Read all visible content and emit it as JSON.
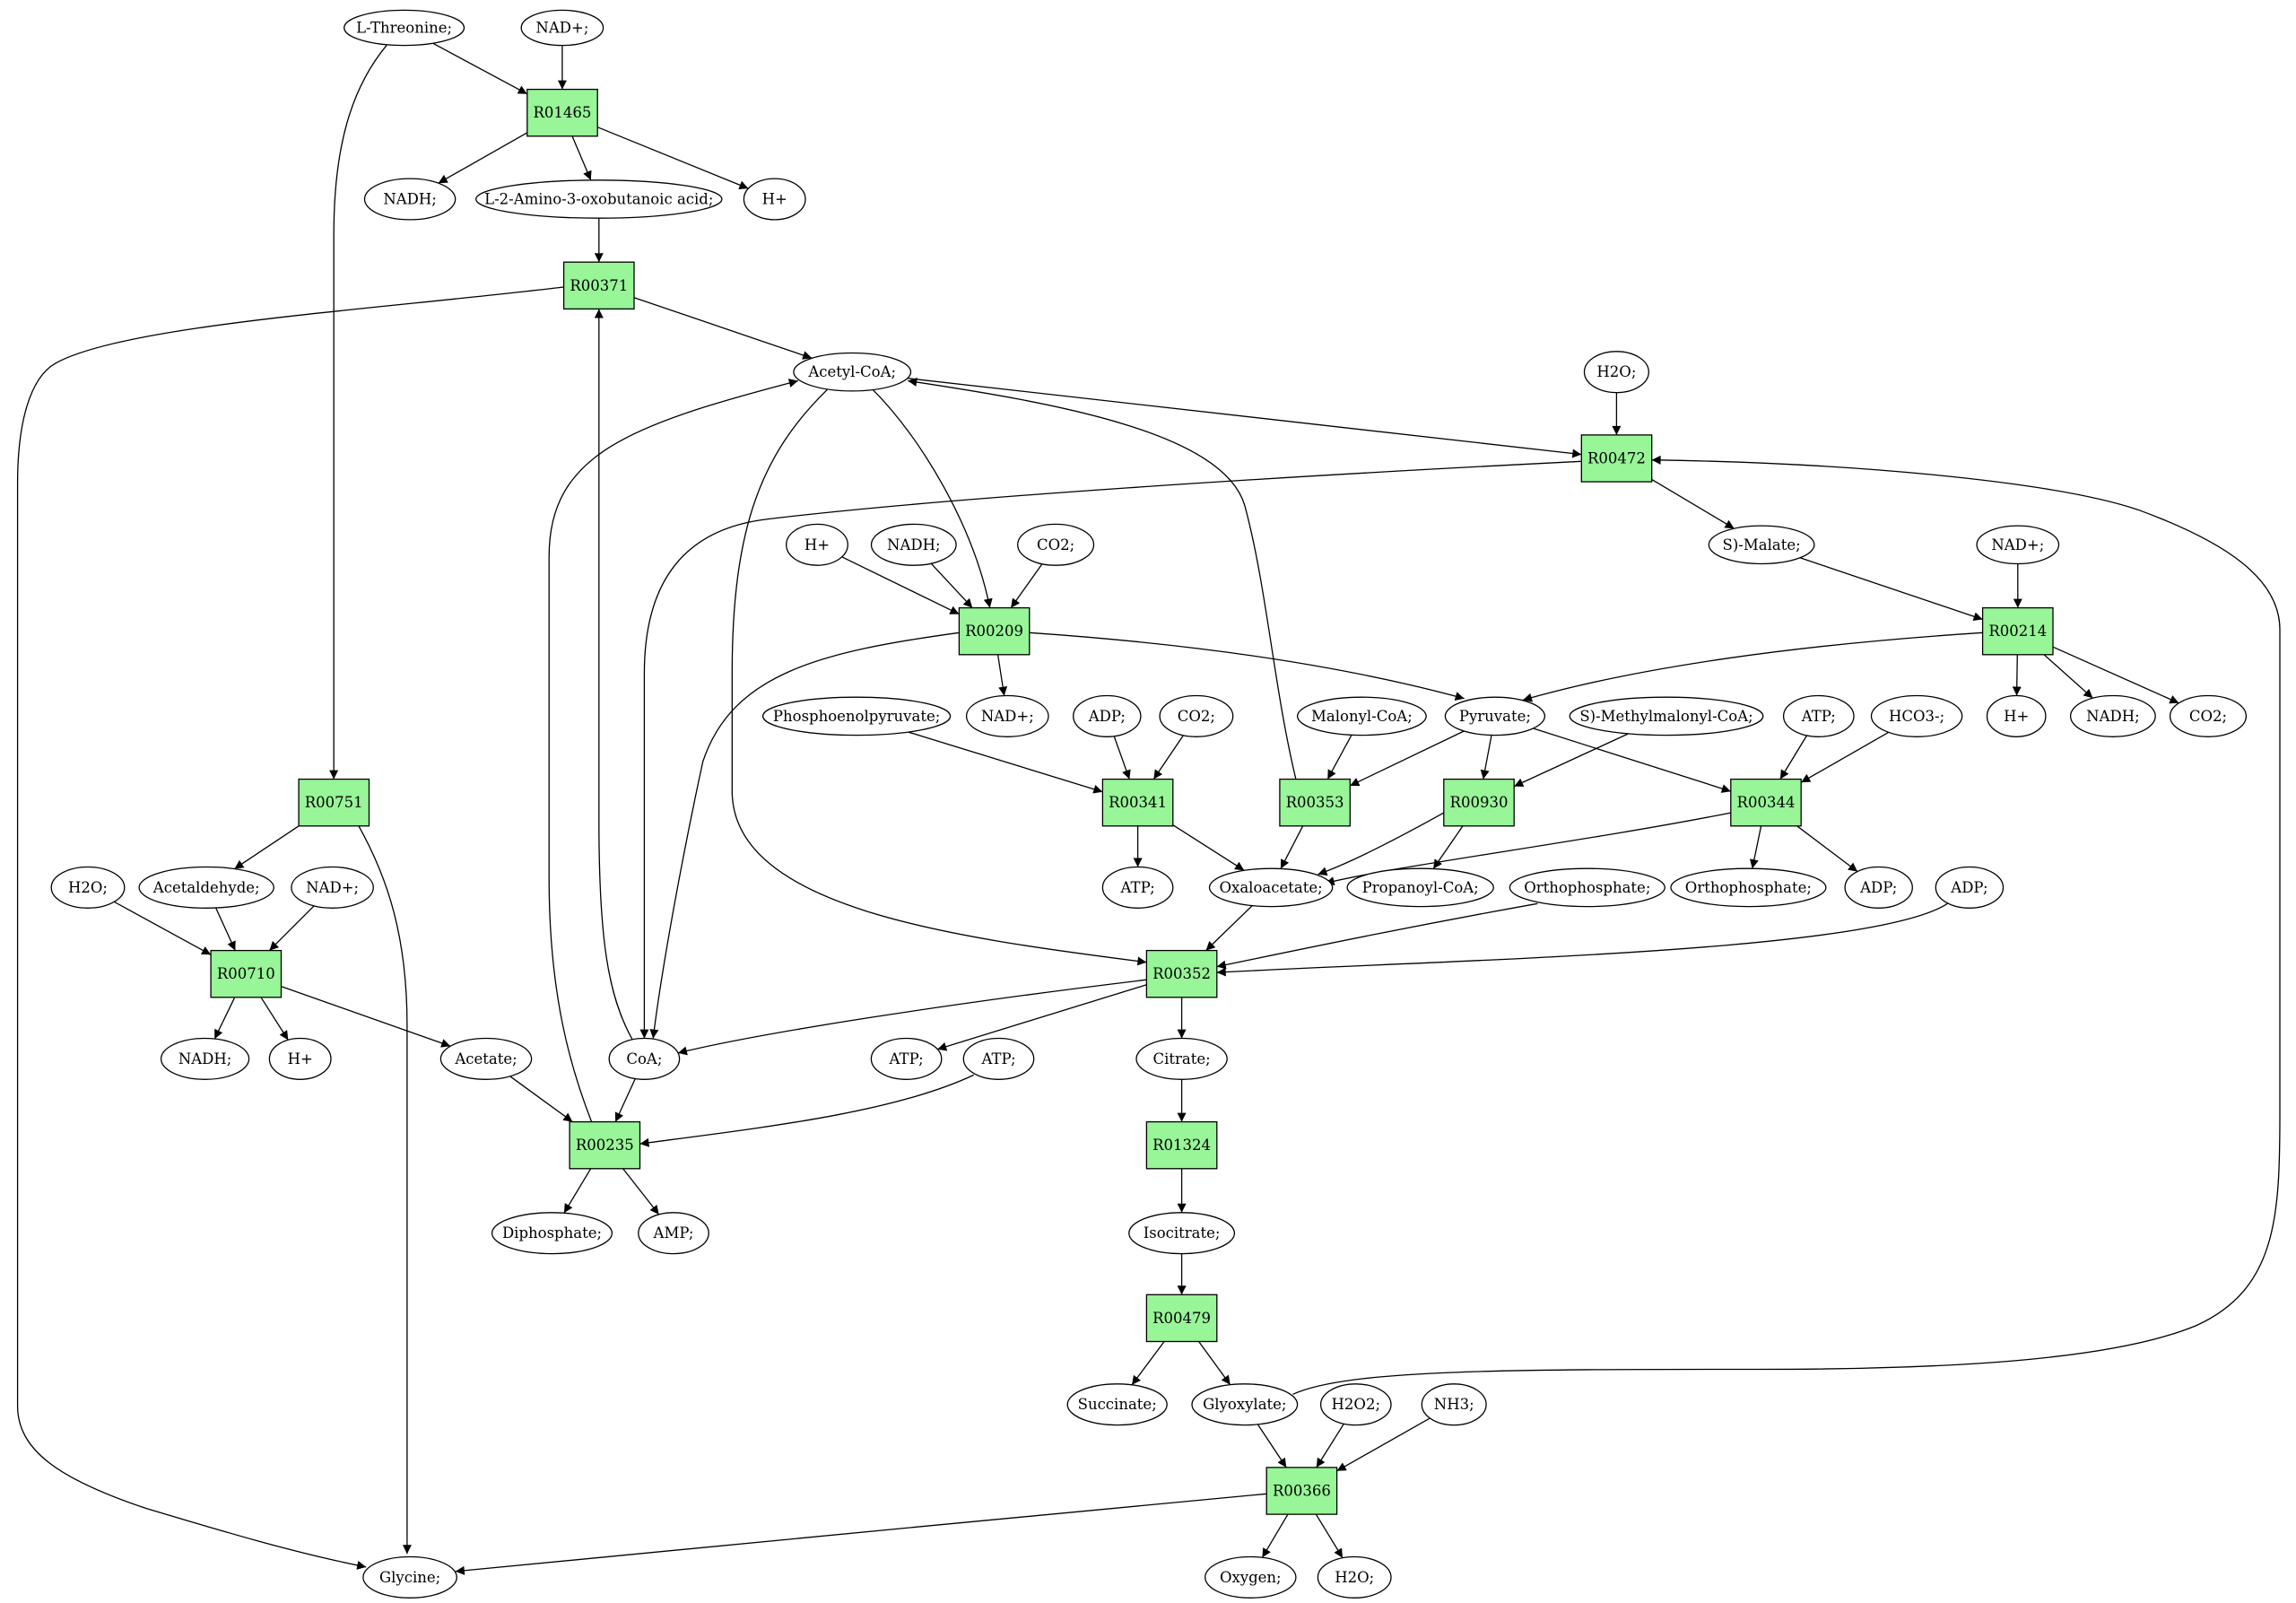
{
  "colors": {
    "reaction_fill": "#98f598",
    "compound_fill": "#ffffff",
    "source_fill": "#00ee00",
    "target_fill": "#ffff00",
    "stroke": "#000000"
  },
  "nodes": {
    "thr": {
      "label": "L-Threonine;",
      "kind": "source"
    },
    "nad_top": {
      "label": "NAD+;",
      "kind": "compound"
    },
    "r01465": {
      "label": "R01465",
      "kind": "reaction"
    },
    "nadh_top": {
      "label": "NADH;",
      "kind": "compound"
    },
    "amino": {
      "label": "L-2-Amino-3-oxobutanoic acid;",
      "kind": "compound"
    },
    "hplus_top": {
      "label": "H+",
      "kind": "compound"
    },
    "r00371": {
      "label": "R00371",
      "kind": "reaction"
    },
    "acoa": {
      "label": "Acetyl-CoA;",
      "kind": "compound"
    },
    "h2o_472": {
      "label": "H2O;",
      "kind": "compound"
    },
    "r00472": {
      "label": "R00472",
      "kind": "reaction"
    },
    "smalate": {
      "label": "S)-Malate;",
      "kind": "compound"
    },
    "nad_214": {
      "label": "NAD+;",
      "kind": "compound"
    },
    "r00214": {
      "label": "R00214",
      "kind": "reaction"
    },
    "hplus_214": {
      "label": "H+",
      "kind": "compound"
    },
    "nadh_214": {
      "label": "NADH;",
      "kind": "compound"
    },
    "co2_214": {
      "label": "CO2;",
      "kind": "compound"
    },
    "hplus_209": {
      "label": "H+",
      "kind": "compound"
    },
    "nadh_209": {
      "label": "NADH;",
      "kind": "compound"
    },
    "co2_209": {
      "label": "CO2;",
      "kind": "compound"
    },
    "r00209": {
      "label": "R00209",
      "kind": "reaction"
    },
    "nad_209": {
      "label": "NAD+;",
      "kind": "compound"
    },
    "pep": {
      "label": "Phosphoenolpyruvate;",
      "kind": "compound"
    },
    "adp_341": {
      "label": "ADP;",
      "kind": "compound"
    },
    "co2_341": {
      "label": "CO2;",
      "kind": "compound"
    },
    "malcoa": {
      "label": "Malonyl-CoA;",
      "kind": "compound"
    },
    "pyr": {
      "label": "Pyruvate;",
      "kind": "compound"
    },
    "smmcoa": {
      "label": "S)-Methylmalonyl-CoA;",
      "kind": "compound"
    },
    "atp_344": {
      "label": "ATP;",
      "kind": "compound"
    },
    "hco3": {
      "label": "HCO3-;",
      "kind": "compound"
    },
    "r00341": {
      "label": "R00341",
      "kind": "reaction"
    },
    "r00353": {
      "label": "R00353",
      "kind": "reaction"
    },
    "r00930": {
      "label": "R00930",
      "kind": "reaction"
    },
    "r00344": {
      "label": "R00344",
      "kind": "reaction"
    },
    "r00751": {
      "label": "R00751",
      "kind": "reaction"
    },
    "atp_341": {
      "label": "ATP;",
      "kind": "compound"
    },
    "oaa": {
      "label": "Oxaloacetate;",
      "kind": "compound"
    },
    "propcoa": {
      "label": "Propanoyl-CoA;",
      "kind": "compound"
    },
    "ortho_in": {
      "label": "Orthophosphate;",
      "kind": "compound"
    },
    "ortho_344": {
      "label": "Orthophosphate;",
      "kind": "compound"
    },
    "adp_344": {
      "label": "ADP;",
      "kind": "compound"
    },
    "adp_352": {
      "label": "ADP;",
      "kind": "compound"
    },
    "h2o_710": {
      "label": "H2O;",
      "kind": "compound"
    },
    "acald": {
      "label": "Acetaldehyde;",
      "kind": "compound"
    },
    "nad_710": {
      "label": "NAD+;",
      "kind": "compound"
    },
    "r00710": {
      "label": "R00710",
      "kind": "reaction"
    },
    "r00352": {
      "label": "R00352",
      "kind": "reaction"
    },
    "nadh_710": {
      "label": "NADH;",
      "kind": "compound"
    },
    "hplus_710": {
      "label": "H+",
      "kind": "compound"
    },
    "acetate": {
      "label": "Acetate;",
      "kind": "compound"
    },
    "coa": {
      "label": "CoA;",
      "kind": "compound"
    },
    "atp_352": {
      "label": "ATP;",
      "kind": "compound"
    },
    "atp_235": {
      "label": "ATP;",
      "kind": "compound"
    },
    "citrate": {
      "label": "Citrate;",
      "kind": "compound"
    },
    "r00235": {
      "label": "R00235",
      "kind": "reaction"
    },
    "r01324": {
      "label": "R01324",
      "kind": "reaction"
    },
    "diphos": {
      "label": "Diphosphate;",
      "kind": "compound"
    },
    "amp": {
      "label": "AMP;",
      "kind": "compound"
    },
    "isocit": {
      "label": "Isocitrate;",
      "kind": "compound"
    },
    "r00479": {
      "label": "R00479",
      "kind": "reaction"
    },
    "succ": {
      "label": "Succinate;",
      "kind": "compound"
    },
    "glyox": {
      "label": "Glyoxylate;",
      "kind": "compound"
    },
    "h2o2": {
      "label": "H2O2;",
      "kind": "compound"
    },
    "nh3": {
      "label": "NH3;",
      "kind": "compound"
    },
    "r00366": {
      "label": "R00366",
      "kind": "reaction"
    },
    "gly": {
      "label": "Glycine;",
      "kind": "target"
    },
    "oxygen": {
      "label": "Oxygen;",
      "kind": "compound"
    },
    "h2o_366": {
      "label": "H2O;",
      "kind": "compound"
    }
  },
  "edges": [
    [
      "thr",
      "r01465"
    ],
    [
      "nad_top",
      "r01465"
    ],
    [
      "r01465",
      "nadh_top"
    ],
    [
      "r01465",
      "amino"
    ],
    [
      "r01465",
      "hplus_top"
    ],
    [
      "amino",
      "r00371"
    ],
    [
      "r00371",
      "acoa"
    ],
    [
      "r00371",
      "gly"
    ],
    [
      "coa",
      "r00371"
    ],
    [
      "thr",
      "r00751"
    ],
    [
      "r00751",
      "acald"
    ],
    [
      "r00751",
      "gly"
    ],
    [
      "acoa",
      "r00472"
    ],
    [
      "h2o_472",
      "r00472"
    ],
    [
      "r00472",
      "smalate"
    ],
    [
      "r00472",
      "coa"
    ],
    [
      "glyox",
      "r00472"
    ],
    [
      "smalate",
      "r00214"
    ],
    [
      "nad_214",
      "r00214"
    ],
    [
      "r00214",
      "hplus_214"
    ],
    [
      "r00214",
      "nadh_214"
    ],
    [
      "r00214",
      "co2_214"
    ],
    [
      "r00214",
      "pyr"
    ],
    [
      "acoa",
      "r00209"
    ],
    [
      "hplus_209",
      "r00209"
    ],
    [
      "nadh_209",
      "r00209"
    ],
    [
      "co2_209",
      "r00209"
    ],
    [
      "r00209",
      "nad_209"
    ],
    [
      "r00209",
      "pyr"
    ],
    [
      "r00209",
      "coa"
    ],
    [
      "pep",
      "r00341"
    ],
    [
      "adp_341",
      "r00341"
    ],
    [
      "co2_341",
      "r00341"
    ],
    [
      "r00341",
      "atp_341"
    ],
    [
      "r00341",
      "oaa"
    ],
    [
      "malcoa",
      "r00353"
    ],
    [
      "pyr",
      "r00353"
    ],
    [
      "r00353",
      "oaa"
    ],
    [
      "r00353",
      "acoa"
    ],
    [
      "pyr",
      "r00930"
    ],
    [
      "smmcoa",
      "r00930"
    ],
    [
      "r00930",
      "oaa"
    ],
    [
      "r00930",
      "propcoa"
    ],
    [
      "pyr",
      "r00344"
    ],
    [
      "atp_344",
      "r00344"
    ],
    [
      "hco3",
      "r00344"
    ],
    [
      "r00344",
      "oaa"
    ],
    [
      "r00344",
      "ortho_344"
    ],
    [
      "r00344",
      "adp_344"
    ],
    [
      "acoa",
      "r00352"
    ],
    [
      "oaa",
      "r00352"
    ],
    [
      "ortho_in",
      "r00352"
    ],
    [
      "adp_352",
      "r00352"
    ],
    [
      "r00352",
      "coa"
    ],
    [
      "r00352",
      "atp_352"
    ],
    [
      "r00352",
      "citrate"
    ],
    [
      "h2o_710",
      "r00710"
    ],
    [
      "acald",
      "r00710"
    ],
    [
      "nad_710",
      "r00710"
    ],
    [
      "r00710",
      "nadh_710"
    ],
    [
      "r00710",
      "hplus_710"
    ],
    [
      "r00710",
      "acetate"
    ],
    [
      "acetate",
      "r00235"
    ],
    [
      "coa",
      "r00235"
    ],
    [
      "atp_235",
      "r00235"
    ],
    [
      "r00235",
      "diphos"
    ],
    [
      "r00235",
      "amp"
    ],
    [
      "r00235",
      "acoa"
    ],
    [
      "citrate",
      "r01324"
    ],
    [
      "r01324",
      "isocit"
    ],
    [
      "isocit",
      "r00479"
    ],
    [
      "r00479",
      "succ"
    ],
    [
      "r00479",
      "glyox"
    ],
    [
      "glyox",
      "r00366"
    ],
    [
      "h2o2",
      "r00366"
    ],
    [
      "nh3",
      "r00366"
    ],
    [
      "r00366",
      "gly"
    ],
    [
      "r00366",
      "oxygen"
    ],
    [
      "r00366",
      "h2o_366"
    ]
  ]
}
